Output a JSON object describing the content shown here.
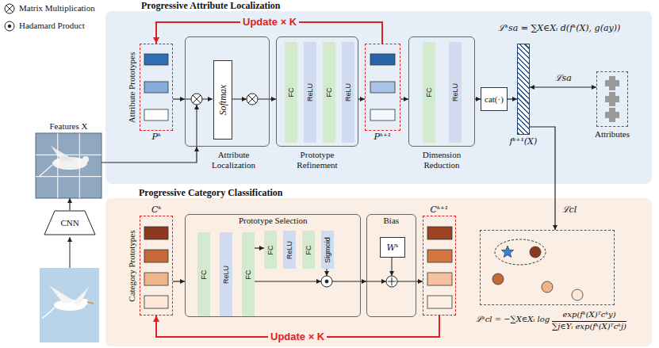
{
  "diagram": {
    "nodes": [
      {
        "text": [
          "Progressive Attribute Localization"
        ]
      },
      {
        "text": [
          "Attribute Prototypes",
          "Pᵏ"
        ],
        "in": 0
      },
      {
        "text": [
          "Attribute Localization"
        ],
        "in": 0
      },
      {
        "text": [
          "Softmax"
        ],
        "in": 2
      },
      {
        "text": [
          "Prototype Refinement"
        ],
        "in": 0
      },
      {
        "text": [
          "FC"
        ],
        "in": 4
      },
      {
        "text": [
          "ReLU"
        ],
        "in": 4
      },
      {
        "text": [
          "FC"
        ],
        "in": 4
      },
      {
        "text": [
          "ReLU"
        ],
        "in": 4
      },
      {
        "text": [
          "Pᵏ⁺¹"
        ],
        "in": 0
      },
      {
        "text": [
          "Dimension Reduction"
        ],
        "in": 0
      },
      {
        "text": [
          "FC"
        ],
        "in": 10
      },
      {
        "text": [
          "ReLU"
        ],
        "in": 10
      },
      {
        "text": [
          "cat(·)"
        ],
        "in": 0
      },
      {
        "text": [
          "fᵏ⁺¹(X)"
        ],
        "in": 0
      },
      {
        "text": [
          "Attributes"
        ],
        "in": 0
      },
      {
        "text": [
          "Features X"
        ]
      },
      {
        "text": [
          "CNN"
        ]
      },
      {
        "text": [
          "Progressive Category Classification"
        ]
      },
      {
        "text": [
          "Category Prototypes",
          "Cᵏ"
        ],
        "in": 18
      },
      {
        "text": [
          "Prototype Selection"
        ],
        "in": 18
      },
      {
        "text": [
          "FC"
        ],
        "in": 20
      },
      {
        "text": [
          "ReLU"
        ],
        "in": 20
      },
      {
        "text": [
          "FC"
        ],
        "in": 20
      },
      {
        "text": [
          "FC"
        ],
        "in": 20
      },
      {
        "text": [
          "ReLU"
        ],
        "in": 20
      },
      {
        "text": [
          "FC"
        ],
        "in": 20
      },
      {
        "text": [
          "Sigmoid"
        ],
        "in": 20
      },
      {
        "text": [
          "Bias"
        ],
        "in": 18
      },
      {
        "text": [
          "Wᵏ"
        ],
        "in": 28
      },
      {
        "text": [
          "Cᵏ⁺¹"
        ],
        "in": 18
      },
      {
        "text": [
          "ℒᵏcl = −∑X∈Xᵢ log",
          "exp(fᵏ(X)ᵀcᵏy)",
          "∑j∈Yᵢ exp(fᵏ(X)ᵀcᵏj)"
        ],
        "in": 18
      }
    ],
    "edges": [
      {
        "from": 17,
        "to": 16,
        "arrow": "to"
      },
      {
        "from": 16,
        "to": 2,
        "arrow": "to"
      },
      {
        "from": 1,
        "to": 2,
        "arrow": "to"
      },
      {
        "from": 2,
        "to": 4,
        "arrow": "to"
      },
      {
        "from": 4,
        "to": 9,
        "arrow": "to"
      },
      {
        "from": 9,
        "to": 10,
        "arrow": "to"
      },
      {
        "from": 10,
        "to": 13,
        "arrow": "to"
      },
      {
        "from": 13,
        "to": 14,
        "arrow": "to"
      },
      {
        "from": 14,
        "to": 15,
        "label": "ℒsa",
        "arrow": "both"
      },
      {
        "from": 9,
        "to": 1,
        "label": "Update × K",
        "arrow": "to"
      },
      {
        "from": 14,
        "to": 31,
        "label": "ℒcl",
        "arrow": "to"
      },
      {
        "from": 19,
        "to": 20,
        "arrow": "to"
      },
      {
        "from": 23,
        "to": 24,
        "arrow": "to"
      },
      {
        "from": 20,
        "to": 28,
        "arrow": "to"
      },
      {
        "from": 28,
        "to": 30,
        "arrow": "to"
      },
      {
        "from": 30,
        "to": 19,
        "label": "Update × K",
        "arrow": "to"
      }
    ],
    "labels": [
      "ℒᵏsa = ∑X∈Xᵢ d(fᵏ(X), g(ay))"
    ],
    "legend": [
      {
        "text": "Matrix Multiplication"
      },
      {
        "text": "Hadamard Product"
      }
    ]
  }
}
